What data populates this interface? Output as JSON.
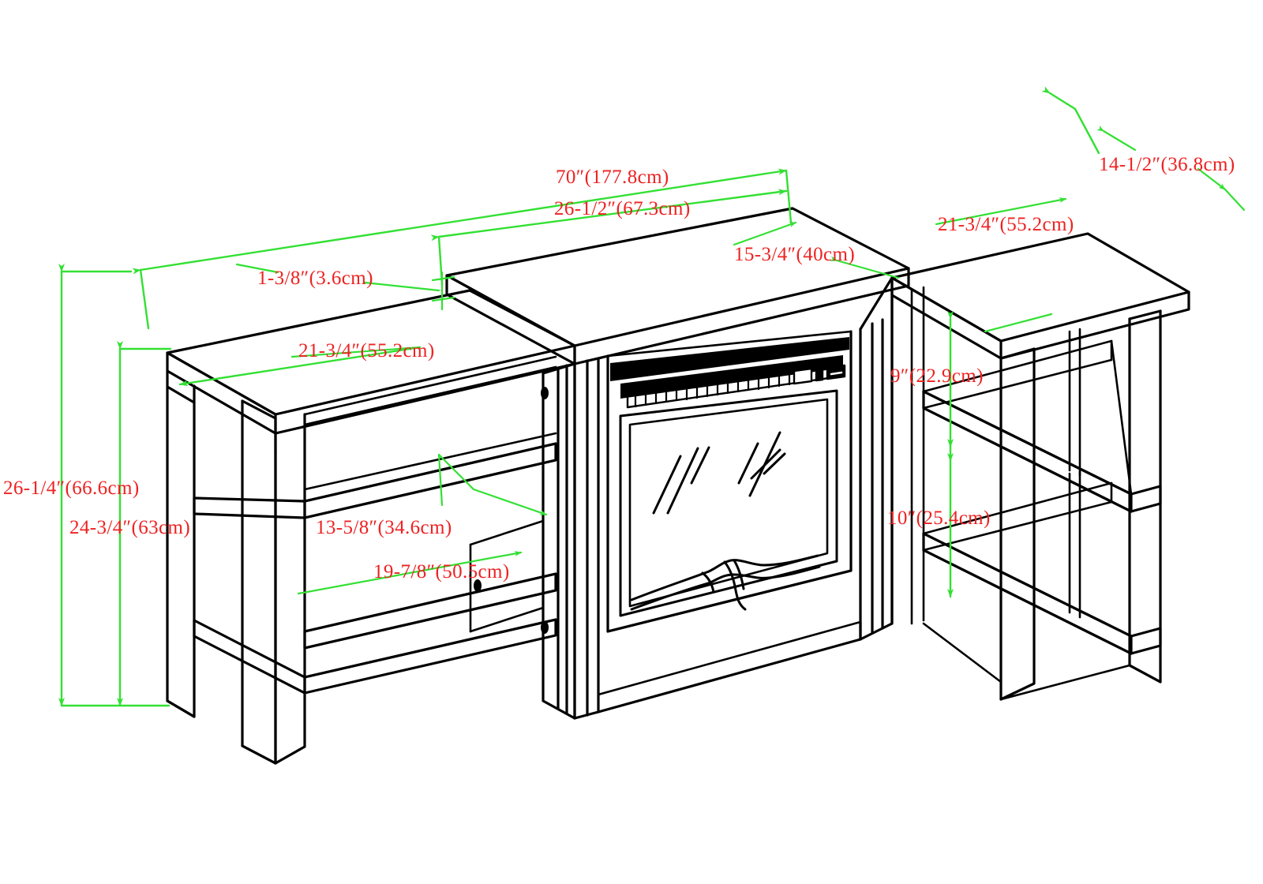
{
  "drawing": {
    "title": "Fireplace TV Stand Dimension Drawing",
    "type": "isometric technical line drawing",
    "units": "inches with centimeter equivalents",
    "line_color": "#000000",
    "dimension_line_color": "#33e033",
    "dimension_text_color": "#ee2222",
    "background_color": "#ffffff"
  },
  "dimensions": {
    "overall_width": "70″(177.8cm)",
    "center_section_width": "26-1/2″(67.3cm)",
    "center_top_depth": "15-3/4″(40cm)",
    "right_top_width": "21-3/4″(55.2cm)",
    "right_top_depth": "14-1/2″(36.8cm)",
    "top_thickness": "1-3/8″(3.6cm)",
    "left_top_width": "21-3/4″(55.2cm)",
    "left_shelf_height": "13-5/8″(34.6cm)",
    "left_shelf_width": "19-7/8″(50.5cm)",
    "overall_height": "26-1/4″(66.6cm)",
    "body_height": "24-3/4″(63cm)",
    "right_upper_shelf_height": "9″(22.9cm)",
    "right_lower_shelf_height": "10″(25.4cm)"
  },
  "parts": {
    "left_cabinet": "left open shelf cabinet",
    "center_fireplace": "center electric fireplace insert",
    "right_cabinet": "right open shelf cabinet",
    "fireplace_glass": "tempered glass front panel",
    "fireplace_vent": "top heat vent grille",
    "fireplace_logs": "decorative log bed",
    "control_panel": "control panel with buttons"
  }
}
